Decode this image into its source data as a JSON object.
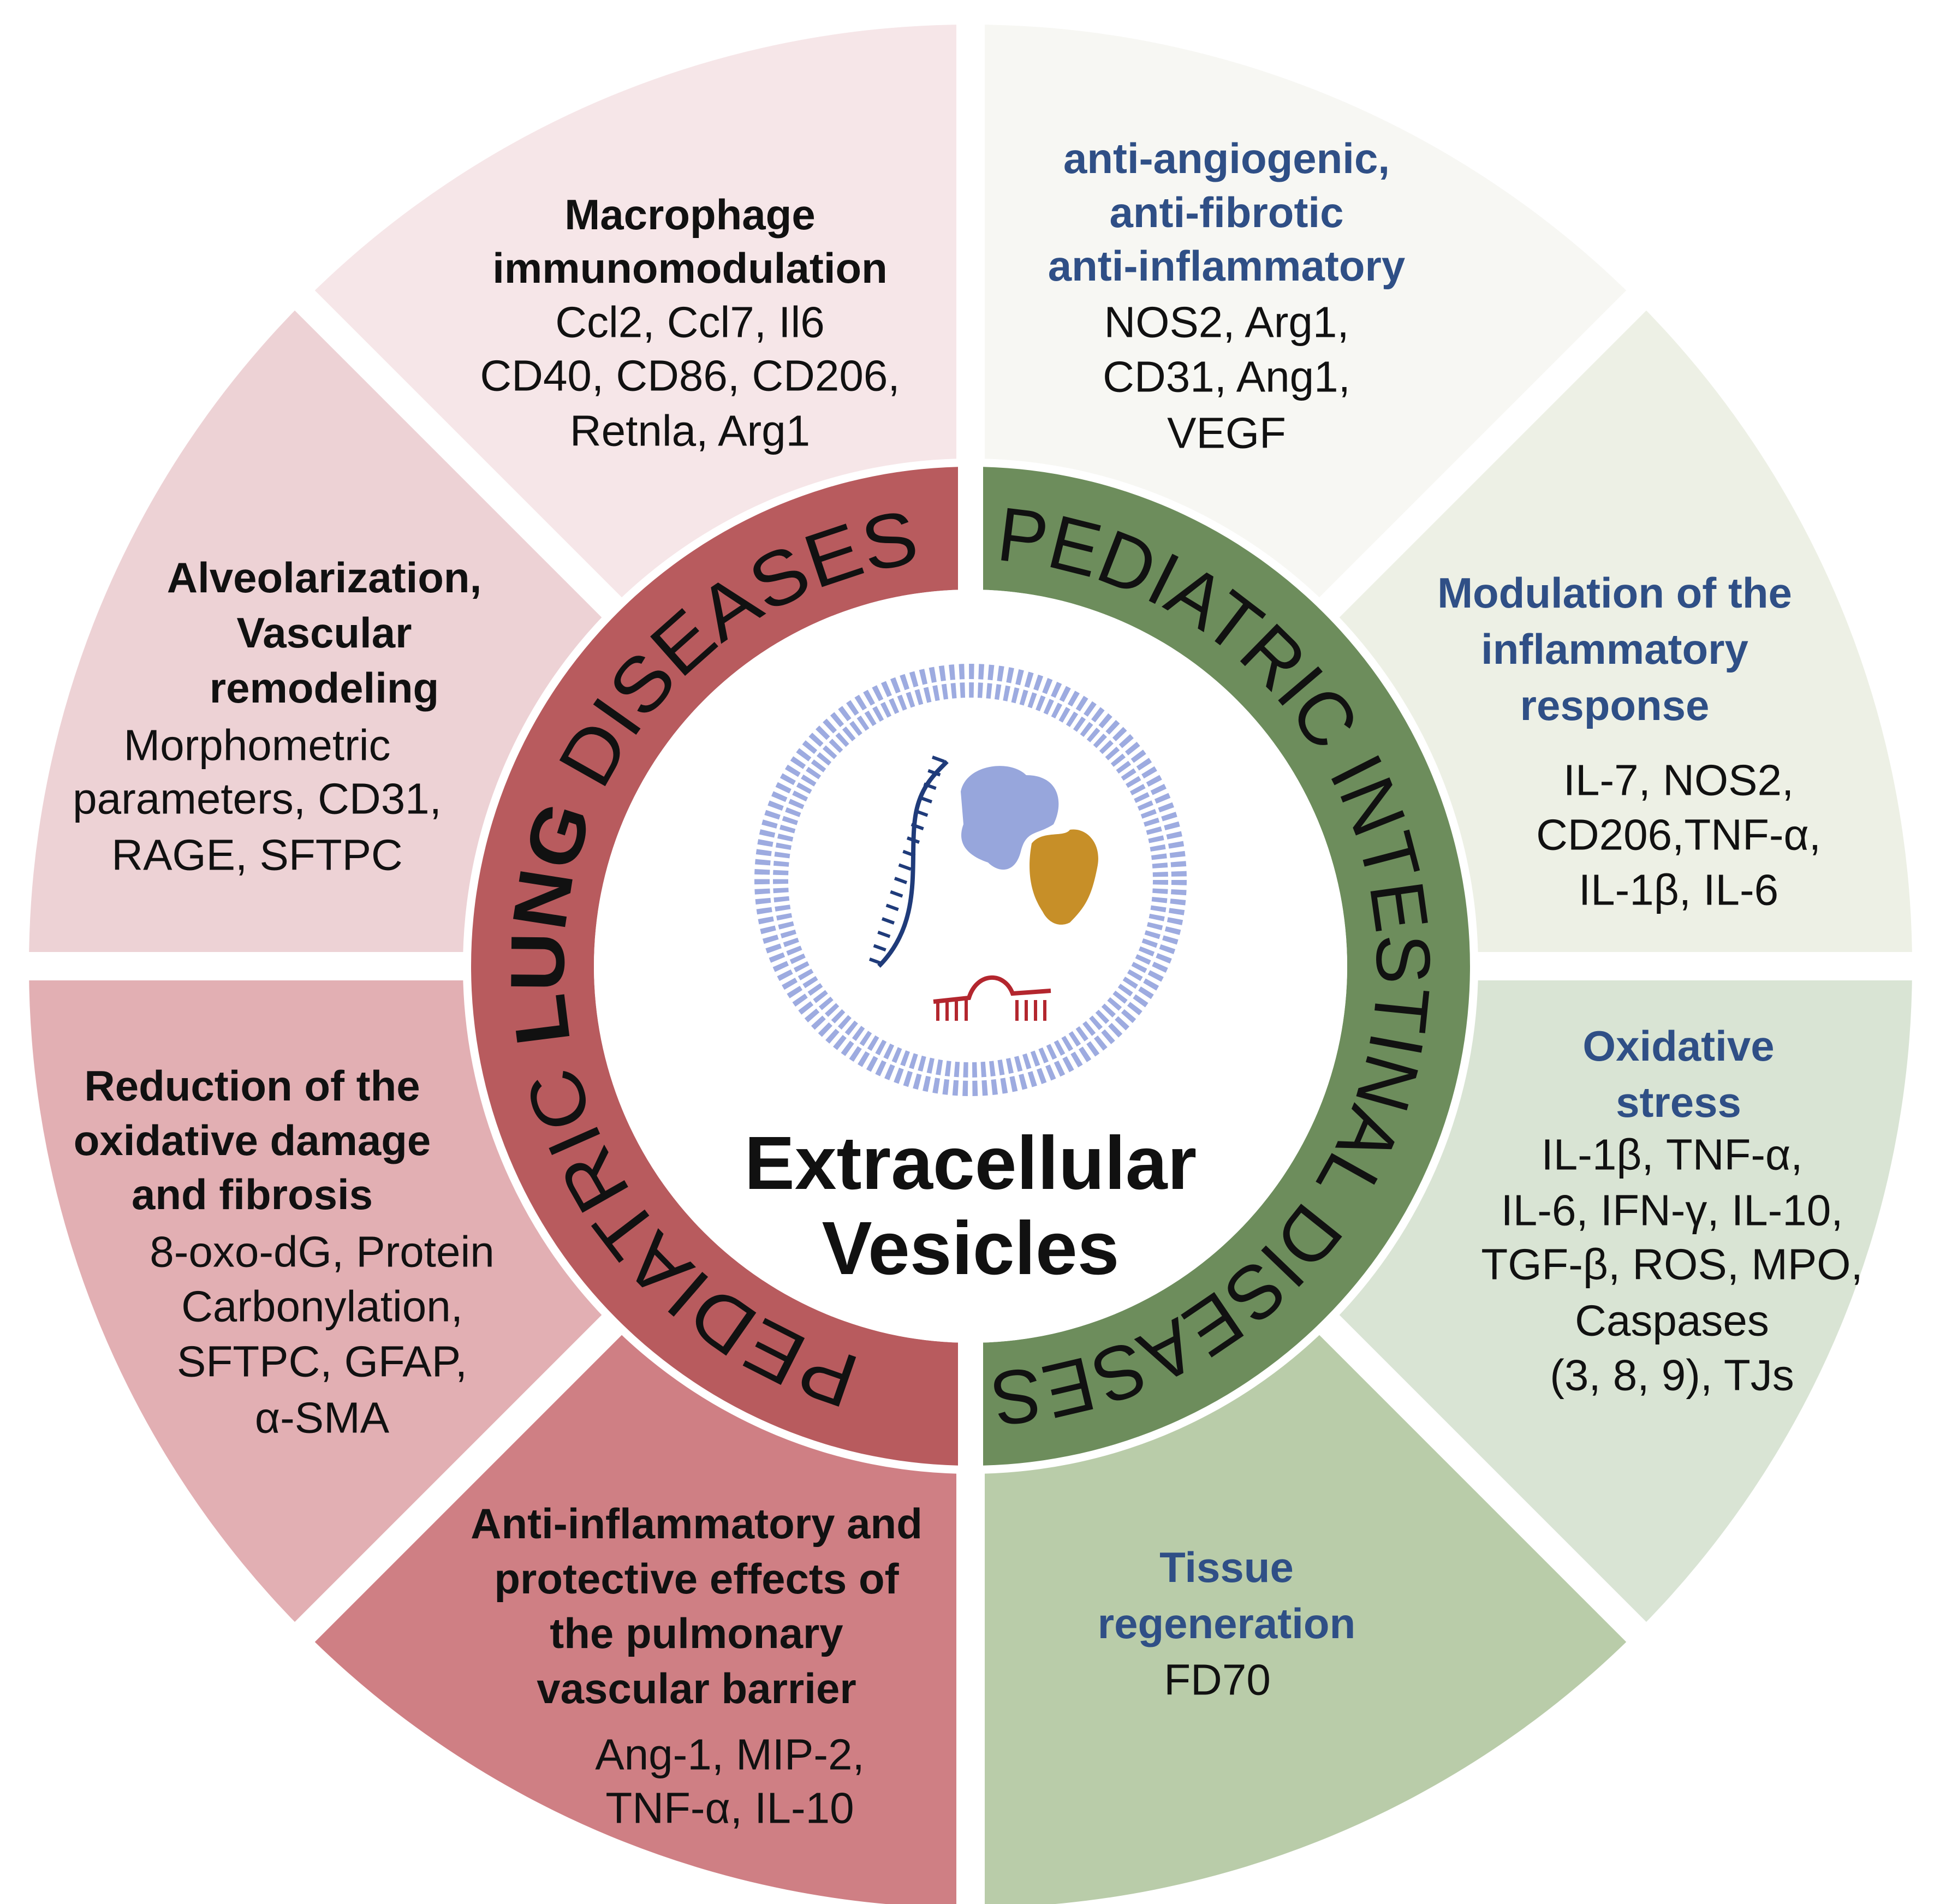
{
  "center": {
    "line1": "Extracellular",
    "line2": "Vesicles"
  },
  "ring": {
    "lung": {
      "pre": "PEDIATRIC ",
      "bold": "LUNG",
      "post": " DISEASES",
      "color": "#b85b5e"
    },
    "intestinal": {
      "text": "PEDIATRIC INTESTINAL DISEASES",
      "color": "#6d8d5c"
    }
  },
  "colors": {
    "title_dark": "#111111",
    "title_blue": "#2f4f86",
    "vesicle": "#9dabe0",
    "dna": "#1f3b7a",
    "rna": "#b3262e",
    "protein_blue": "#97a6dc",
    "protein_gold": "#c78f28"
  },
  "sectors": [
    {
      "id": "macrophage",
      "color": "#f6e6e8",
      "title_tone": "dark",
      "title": [
        "Macrophage",
        "immunomodulation"
      ],
      "body": [
        "Ccl2, Ccl7, Il6",
        "CD40, CD86, CD206,",
        "Retnla, Arg1"
      ]
    },
    {
      "id": "angiogenic",
      "color": "#f7f7f3",
      "title_tone": "blue",
      "title": [
        "anti-angiogenic,",
        "anti-fibrotic",
        "anti-inflammatory"
      ],
      "body": [
        "NOS2, Arg1,",
        "CD31, Ang1,",
        "VEGF"
      ]
    },
    {
      "id": "inflammatory-response",
      "color": "#edf0e5",
      "title_tone": "blue",
      "title": [
        "Modulation of the",
        "inflammatory",
        "response"
      ],
      "body": [
        "IL-7, NOS2,",
        "CD206,TNF-α,",
        "IL-1β, IL-6"
      ]
    },
    {
      "id": "oxidative-stress",
      "color": "#d9e4d4",
      "title_tone": "blue",
      "title": [
        "Oxidative",
        "stress"
      ],
      "body": [
        "IL-1β, TNF-α,",
        "IL-6, IFN-γ, IL-10,",
        "TGF-β, ROS, MPO,",
        "Caspases",
        "(3, 8, 9), TJs"
      ]
    },
    {
      "id": "tissue-regeneration",
      "color": "#b9cca9",
      "title_tone": "blue",
      "title": [
        "Tissue",
        "regeneration"
      ],
      "body": [
        "FD70"
      ]
    },
    {
      "id": "vascular-barrier",
      "color": "#cf7f84",
      "title_tone": "dark",
      "title": [
        "Anti-inflammatory and",
        "protective effects of",
        "the pulmonary",
        "vascular barrier"
      ],
      "body": [
        "Ang-1, MIP-2,",
        "TNF-α, IL-10"
      ]
    },
    {
      "id": "oxidative-damage",
      "color": "#e2afb3",
      "title_tone": "dark",
      "title": [
        "Reduction of the",
        "oxidative damage",
        "and fibrosis"
      ],
      "body": [
        "8-oxo-dG, Protein",
        "Carbonylation,",
        "SFTPC, GFAP,",
        "α-SMA"
      ]
    },
    {
      "id": "alveolarization",
      "color": "#edd2d5",
      "title_tone": "dark",
      "title": [
        "Alveolarization,",
        "Vascular",
        "remodeling"
      ],
      "body": [
        "Morphometric",
        "parameters, CD31,",
        "RAGE, SFTPC"
      ]
    }
  ]
}
